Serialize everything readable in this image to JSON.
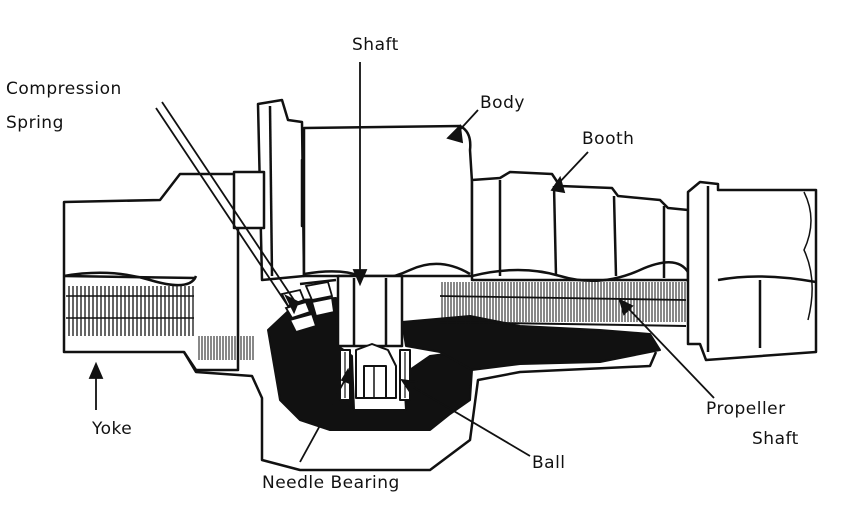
{
  "labels": {
    "shaft": "Shaft",
    "compression_spring_line1": "Compression",
    "compression_spring_line2": "Spring",
    "body": "Body",
    "booth": "Booth",
    "yoke": "Yoke",
    "propeller_shaft_line1": "Propeller",
    "propeller_shaft_line2": "Shaft",
    "ball": "Ball",
    "needle_bearing": "Needle Bearing"
  },
  "colors": {
    "ink": "#111111",
    "paper": "#ffffff"
  }
}
